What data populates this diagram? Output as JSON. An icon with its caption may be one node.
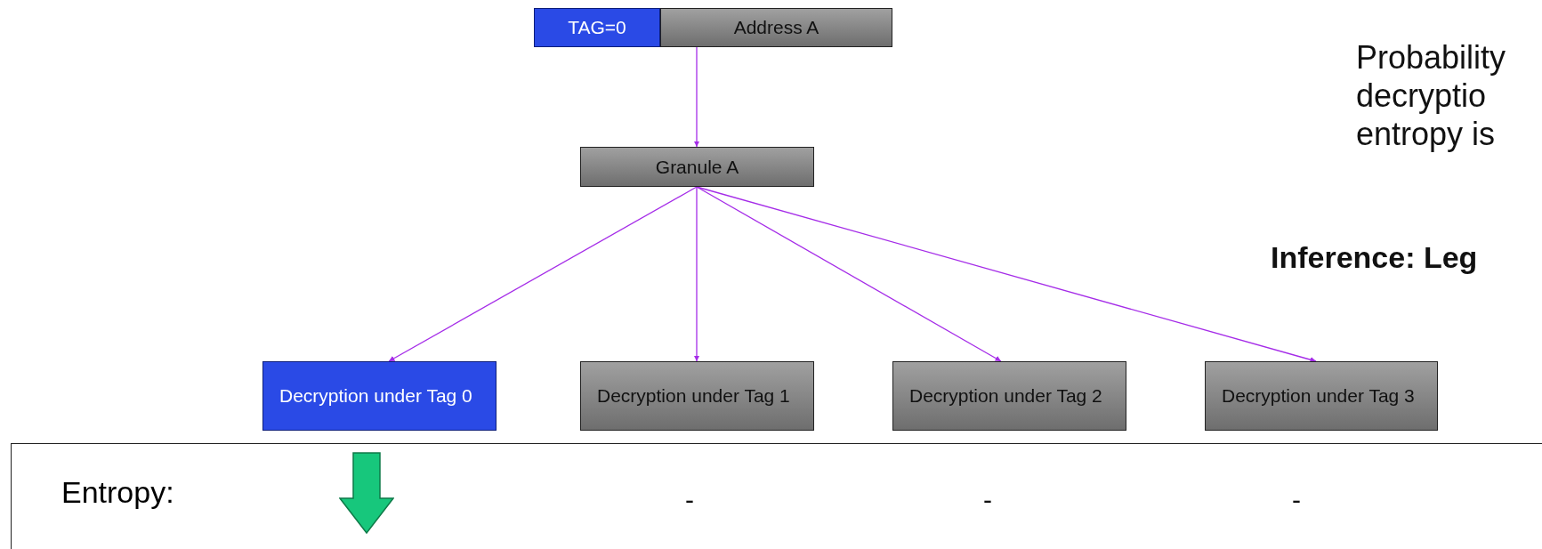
{
  "diagram": {
    "nodes": [
      {
        "text": [
          "TAG=0"
        ]
      },
      {
        "text": [
          "Address A"
        ]
      },
      {
        "text": [
          "Granule A"
        ]
      },
      {
        "text": [
          "Decryption under Tag 0"
        ]
      },
      {
        "text": [
          "Decryption under Tag 1"
        ]
      },
      {
        "text": [
          "Decryption under Tag 2"
        ]
      },
      {
        "text": [
          "Decryption under Tag 3"
        ]
      },
      {
        "text": [
          "Entropy:"
        ]
      }
    ],
    "edges": [
      {
        "from": 1,
        "to": 2,
        "arrow": "to"
      },
      {
        "from": 2,
        "to": 3,
        "arrow": "to"
      },
      {
        "from": 2,
        "to": 4,
        "arrow": "to"
      },
      {
        "from": 2,
        "to": 5,
        "arrow": "to"
      },
      {
        "from": 2,
        "to": 6,
        "arrow": "to"
      }
    ],
    "labels": [
      "Probability",
      "decryptio",
      "entropy is",
      "Inference: Leg",
      "-",
      "-",
      "-"
    ]
  }
}
